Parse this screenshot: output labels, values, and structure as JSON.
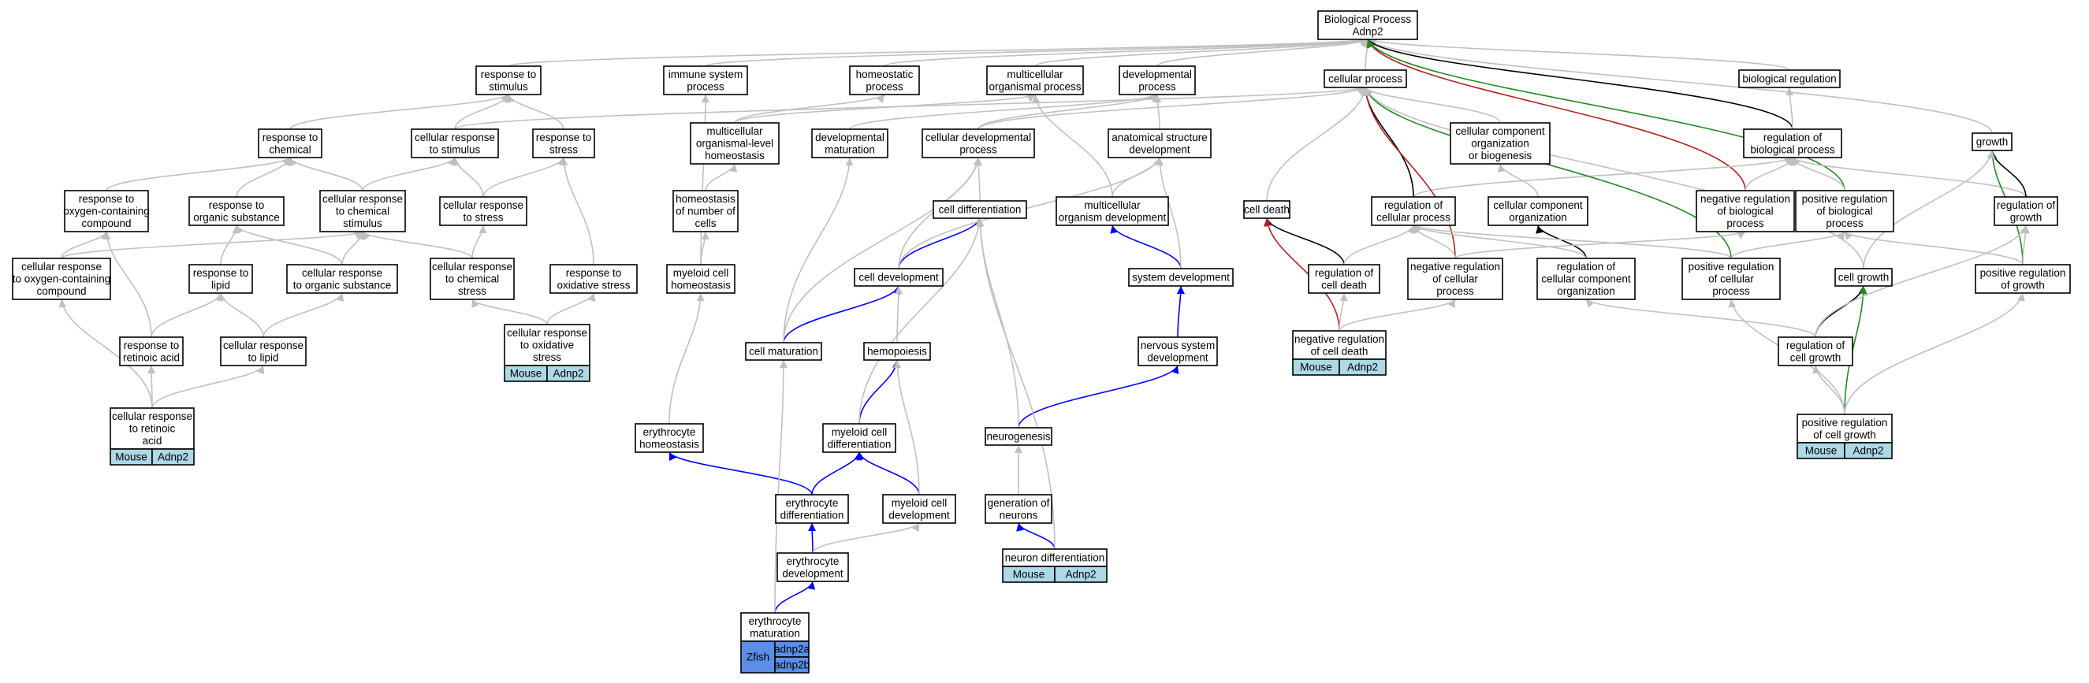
{
  "colors": {
    "is_a": "#c0c0c0",
    "part_of": "#0000ff",
    "regulates": "#000000",
    "negatively_regulates": "#b22222",
    "positively_regulates": "#228b22",
    "mouse_fill": "#add8e6",
    "zfish_fill": "#5b8ee6"
  },
  "nodes": [
    {
      "id": "bp",
      "label": [
        "Biological Process",
        "Adnp2"
      ]
    },
    {
      "id": "rts",
      "label": [
        "response to",
        "stimulus"
      ]
    },
    {
      "id": "isp",
      "label": [
        "immune system",
        "process"
      ]
    },
    {
      "id": "hp",
      "label": [
        "homeostatic",
        "process"
      ]
    },
    {
      "id": "mop",
      "label": [
        "multicellular",
        "organismal process"
      ]
    },
    {
      "id": "dp",
      "label": [
        "developmental",
        "process"
      ]
    },
    {
      "id": "cp",
      "label": [
        "cellular process"
      ]
    },
    {
      "id": "breg",
      "label": [
        "biological regulation"
      ]
    },
    {
      "id": "rtc",
      "label": [
        "response to",
        "chemical"
      ]
    },
    {
      "id": "crts",
      "label": [
        "cellular response",
        "to stimulus"
      ]
    },
    {
      "id": "rtst",
      "label": [
        "response to",
        "stress"
      ]
    },
    {
      "id": "molh",
      "label": [
        "multicellular",
        "organismal-level",
        "homeostasis"
      ]
    },
    {
      "id": "dm",
      "label": [
        "developmental",
        "maturation"
      ]
    },
    {
      "id": "cdp",
      "label": [
        "cellular developmental",
        "process"
      ]
    },
    {
      "id": "asd",
      "label": [
        "anatomical structure",
        "development"
      ]
    },
    {
      "id": "ccob",
      "label": [
        "cellular component",
        "organization",
        "or biogenesis"
      ]
    },
    {
      "id": "rbp",
      "label": [
        "regulation of",
        "biological process"
      ]
    },
    {
      "id": "growth",
      "label": [
        "growth"
      ]
    },
    {
      "id": "rtocc",
      "label": [
        "response to",
        "oxygen-containing",
        "compound"
      ]
    },
    {
      "id": "rtos",
      "label": [
        "response to",
        "organic substance"
      ]
    },
    {
      "id": "crtcs",
      "label": [
        "cellular response",
        "to chemical",
        "stimulus"
      ]
    },
    {
      "id": "crtst",
      "label": [
        "cellular response",
        "to stress"
      ]
    },
    {
      "id": "honc",
      "label": [
        "homeostasis",
        "of number of",
        "cells"
      ]
    },
    {
      "id": "cdiff",
      "label": [
        "cell differentiation"
      ]
    },
    {
      "id": "mod",
      "label": [
        "multicellular",
        "organism development"
      ]
    },
    {
      "id": "cdeath",
      "label": [
        "cell death"
      ]
    },
    {
      "id": "rcp",
      "label": [
        "regulation of",
        "cellular process"
      ]
    },
    {
      "id": "cco",
      "label": [
        "cellular component",
        "organization"
      ]
    },
    {
      "id": "nrbp",
      "label": [
        "negative regulation",
        "of biological",
        "process"
      ]
    },
    {
      "id": "prbp",
      "label": [
        "positive regulation",
        "of biological",
        "process"
      ]
    },
    {
      "id": "rog",
      "label": [
        "regulation of",
        "growth"
      ]
    },
    {
      "id": "crtocc",
      "label": [
        "cellular response",
        "to oxygen-containing",
        "compound"
      ]
    },
    {
      "id": "rtl",
      "label": [
        "response to",
        "lipid"
      ]
    },
    {
      "id": "crtos",
      "label": [
        "cellular response",
        "to organic substance"
      ]
    },
    {
      "id": "crtcst",
      "label": [
        "cellular response",
        "to chemical",
        "stress"
      ]
    },
    {
      "id": "rtox",
      "label": [
        "response to",
        "oxidative stress"
      ]
    },
    {
      "id": "mch",
      "label": [
        "myeloid cell",
        "homeostasis"
      ]
    },
    {
      "id": "cdev",
      "label": [
        "cell development"
      ]
    },
    {
      "id": "sysdev",
      "label": [
        "system development"
      ]
    },
    {
      "id": "rcd",
      "label": [
        "regulation of",
        "cell death"
      ]
    },
    {
      "id": "nrcp",
      "label": [
        "negative regulation",
        "of cellular",
        "process"
      ]
    },
    {
      "id": "rcco",
      "label": [
        "regulation of",
        "cellular component",
        "organization"
      ]
    },
    {
      "id": "prcp",
      "label": [
        "positive regulation",
        "of cellular",
        "process"
      ]
    },
    {
      "id": "cgrowth",
      "label": [
        "cell growth"
      ]
    },
    {
      "id": "prg",
      "label": [
        "positive regulation",
        "of growth"
      ]
    },
    {
      "id": "crox",
      "label": [
        "cellular response",
        "to oxidative",
        "stress"
      ]
    },
    {
      "id": "rtra",
      "label": [
        "response to",
        "retinoic acid"
      ]
    },
    {
      "id": "crtl",
      "label": [
        "cellular response",
        "to lipid"
      ]
    },
    {
      "id": "cmat",
      "label": [
        "cell maturation"
      ]
    },
    {
      "id": "hemo",
      "label": [
        "hemopoiesis"
      ]
    },
    {
      "id": "nsd",
      "label": [
        "nervous system",
        "development"
      ]
    },
    {
      "id": "nrcd",
      "label": [
        "negative regulation",
        "of cell death"
      ]
    },
    {
      "id": "rcg",
      "label": [
        "regulation of",
        "cell growth"
      ]
    },
    {
      "id": "crtra",
      "label": [
        "cellular response",
        "to retinoic",
        "acid"
      ]
    },
    {
      "id": "eh",
      "label": [
        "erythrocyte",
        "homeostasis"
      ]
    },
    {
      "id": "mcd",
      "label": [
        "myeloid cell",
        "differentiation"
      ]
    },
    {
      "id": "neurog",
      "label": [
        "neurogenesis"
      ]
    },
    {
      "id": "prcg",
      "label": [
        "positive regulation",
        "of cell growth"
      ]
    },
    {
      "id": "ed",
      "label": [
        "erythrocyte",
        "differentiation"
      ]
    },
    {
      "id": "mcdev",
      "label": [
        "myeloid cell",
        "development"
      ]
    },
    {
      "id": "gon",
      "label": [
        "generation of",
        "neurons"
      ]
    },
    {
      "id": "edev",
      "label": [
        "erythrocyte",
        "development"
      ]
    },
    {
      "id": "ndiff",
      "label": [
        "neuron differentiation"
      ]
    },
    {
      "id": "emat",
      "label": [
        "erythrocyte",
        "maturation"
      ]
    }
  ],
  "annotations": [
    {
      "node": "crox",
      "species": "Mouse",
      "genes": [
        "Adnp2"
      ]
    },
    {
      "node": "nrcd",
      "species": "Mouse",
      "genes": [
        "Adnp2"
      ]
    },
    {
      "node": "prcg",
      "species": "Mouse",
      "genes": [
        "Adnp2"
      ]
    },
    {
      "node": "crtra",
      "species": "Mouse",
      "genes": [
        "Adnp2"
      ]
    },
    {
      "node": "ndiff",
      "species": "Mouse",
      "genes": [
        "Adnp2"
      ]
    },
    {
      "node": "emat",
      "species": "Zfish",
      "genes": [
        "adnp2a",
        "adnp2b"
      ]
    }
  ],
  "edges": [
    [
      "rts",
      "bp",
      "is_a"
    ],
    [
      "isp",
      "bp",
      "is_a"
    ],
    [
      "hp",
      "bp",
      "is_a"
    ],
    [
      "mop",
      "bp",
      "is_a"
    ],
    [
      "dp",
      "bp",
      "is_a"
    ],
    [
      "cp",
      "bp",
      "is_a"
    ],
    [
      "breg",
      "bp",
      "is_a"
    ],
    [
      "growth",
      "bp",
      "is_a"
    ],
    [
      "rbp",
      "bp",
      "regulates"
    ],
    [
      "nrbp",
      "bp",
      "negatively_regulates"
    ],
    [
      "prbp",
      "bp",
      "positively_regulates"
    ],
    [
      "rbp",
      "breg",
      "is_a"
    ],
    [
      "nrbp",
      "rbp",
      "is_a"
    ],
    [
      "prbp",
      "rbp",
      "is_a"
    ],
    [
      "rcp",
      "rbp",
      "is_a"
    ],
    [
      "rog",
      "rbp",
      "is_a"
    ],
    [
      "rcp",
      "cp",
      "regulates"
    ],
    [
      "nrcp",
      "cp",
      "negatively_regulates"
    ],
    [
      "prcp",
      "cp",
      "positively_regulates"
    ],
    [
      "crts",
      "cp",
      "is_a"
    ],
    [
      "cdp",
      "cp",
      "is_a"
    ],
    [
      "cdeath",
      "cp",
      "is_a"
    ],
    [
      "ccob",
      "cp",
      "is_a"
    ],
    [
      "cgrowth",
      "cp",
      "is_a"
    ],
    [
      "rtc",
      "rts",
      "is_a"
    ],
    [
      "crts",
      "rts",
      "is_a"
    ],
    [
      "rtst",
      "rts",
      "is_a"
    ],
    [
      "rtocc",
      "rtc",
      "is_a"
    ],
    [
      "rtos",
      "rtc",
      "is_a"
    ],
    [
      "crtcs",
      "rtc",
      "is_a"
    ],
    [
      "crtcs",
      "crts",
      "is_a"
    ],
    [
      "crtst",
      "crts",
      "is_a"
    ],
    [
      "crtst",
      "rtst",
      "is_a"
    ],
    [
      "rtox",
      "rtst",
      "is_a"
    ],
    [
      "crtocc",
      "rtocc",
      "is_a"
    ],
    [
      "crtocc",
      "crtcs",
      "is_a"
    ],
    [
      "rtl",
      "rtos",
      "is_a"
    ],
    [
      "crtos",
      "rtos",
      "is_a"
    ],
    [
      "crtos",
      "crtcs",
      "is_a"
    ],
    [
      "crtcst",
      "crtcs",
      "is_a"
    ],
    [
      "crtcst",
      "crtst",
      "is_a"
    ],
    [
      "crox",
      "crtcst",
      "is_a"
    ],
    [
      "crox",
      "rtox",
      "is_a"
    ],
    [
      "rtra",
      "rtl",
      "is_a"
    ],
    [
      "rtra",
      "rtocc",
      "is_a"
    ],
    [
      "crtl",
      "crtos",
      "is_a"
    ],
    [
      "crtl",
      "rtl",
      "is_a"
    ],
    [
      "crtra",
      "rtra",
      "is_a"
    ],
    [
      "crtra",
      "crtocc",
      "is_a"
    ],
    [
      "crtra",
      "crtl",
      "is_a"
    ],
    [
      "molh",
      "hp",
      "is_a"
    ],
    [
      "molh",
      "mop",
      "is_a"
    ],
    [
      "honc",
      "molh",
      "is_a"
    ],
    [
      "mch",
      "honc",
      "is_a"
    ],
    [
      "mch",
      "isp",
      "is_a"
    ],
    [
      "eh",
      "mch",
      "is_a"
    ],
    [
      "mod",
      "mop",
      "is_a"
    ],
    [
      "asd",
      "dp",
      "is_a"
    ],
    [
      "mod",
      "asd",
      "is_a"
    ],
    [
      "dm",
      "dp",
      "is_a"
    ],
    [
      "cdp",
      "dp",
      "is_a"
    ],
    [
      "cdiff",
      "cdp",
      "is_a"
    ],
    [
      "cdev",
      "cdiff",
      "part_of"
    ],
    [
      "cdev",
      "cdp",
      "is_a"
    ],
    [
      "cdev",
      "asd",
      "is_a"
    ],
    [
      "cmat",
      "cdev",
      "part_of"
    ],
    [
      "cmat",
      "dm",
      "is_a"
    ],
    [
      "cmat",
      "cdp",
      "is_a"
    ],
    [
      "sysdev",
      "mod",
      "part_of"
    ],
    [
      "sysdev",
      "asd",
      "is_a"
    ],
    [
      "nsd",
      "sysdev",
      "part_of"
    ],
    [
      "neurog",
      "nsd",
      "part_of"
    ],
    [
      "neurog",
      "cdiff",
      "is_a"
    ],
    [
      "gon",
      "neurog",
      "is_a"
    ],
    [
      "ndiff",
      "gon",
      "part_of"
    ],
    [
      "ndiff",
      "cdiff",
      "is_a"
    ],
    [
      "hemo",
      "cdev",
      "is_a"
    ],
    [
      "mcd",
      "hemo",
      "part_of"
    ],
    [
      "mcd",
      "cdiff",
      "is_a"
    ],
    [
      "mcdev",
      "mcd",
      "part_of"
    ],
    [
      "mcdev",
      "hemo",
      "is_a"
    ],
    [
      "ed",
      "mcd",
      "part_of"
    ],
    [
      "ed",
      "eh",
      "part_of"
    ],
    [
      "edev",
      "ed",
      "part_of"
    ],
    [
      "edev",
      "mcdev",
      "is_a"
    ],
    [
      "emat",
      "edev",
      "part_of"
    ],
    [
      "emat",
      "cmat",
      "is_a"
    ],
    [
      "cco",
      "ccob",
      "is_a"
    ],
    [
      "rcco",
      "cco",
      "regulates"
    ],
    [
      "rcco",
      "rcp",
      "is_a"
    ],
    [
      "rcd",
      "cdeath",
      "regulates"
    ],
    [
      "nrcd",
      "cdeath",
      "negatively_regulates"
    ],
    [
      "rcd",
      "rcp",
      "is_a"
    ],
    [
      "nrcd",
      "rcd",
      "is_a"
    ],
    [
      "nrcp",
      "rcp",
      "is_a"
    ],
    [
      "nrcp",
      "nrbp",
      "is_a"
    ],
    [
      "nrcd",
      "nrcp",
      "is_a"
    ],
    [
      "prcp",
      "rcp",
      "is_a"
    ],
    [
      "prcp",
      "prbp",
      "is_a"
    ],
    [
      "rog",
      "growth",
      "regulates"
    ],
    [
      "prg",
      "growth",
      "positively_regulates"
    ],
    [
      "prg",
      "rog",
      "is_a"
    ],
    [
      "prg",
      "prbp",
      "is_a"
    ],
    [
      "cgrowth",
      "growth",
      "is_a"
    ],
    [
      "rcg",
      "cgrowth",
      "regulates"
    ],
    [
      "prcg",
      "cgrowth",
      "positively_regulates"
    ],
    [
      "rcg",
      "rog",
      "is_a"
    ],
    [
      "rcg",
      "rcco",
      "is_a"
    ],
    [
      "prcg",
      "rcg",
      "is_a"
    ],
    [
      "prcg",
      "prcp",
      "is_a"
    ],
    [
      "prcg",
      "prg",
      "is_a"
    ]
  ]
}
